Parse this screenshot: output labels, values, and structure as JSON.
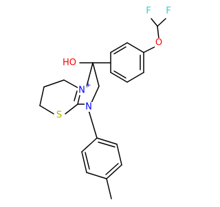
{
  "molecule": {
    "atoms": {
      "F1": {
        "label": "F",
        "color": "#33cccc"
      },
      "F2": {
        "label": "F",
        "color": "#33cccc"
      },
      "O_ether": {
        "label": "O",
        "color": "#ff0000"
      },
      "HO": {
        "label": "HO",
        "color": "#ff0000"
      },
      "N_plus": {
        "label": "N",
        "color": "#0000ff"
      },
      "N_ring": {
        "label": "N",
        "color": "#0000ff"
      },
      "S": {
        "label": "S",
        "color": "#b2b200"
      }
    },
    "charge": "+",
    "colors": {
      "bond": "#000000",
      "background": "#ffffff"
    }
  }
}
